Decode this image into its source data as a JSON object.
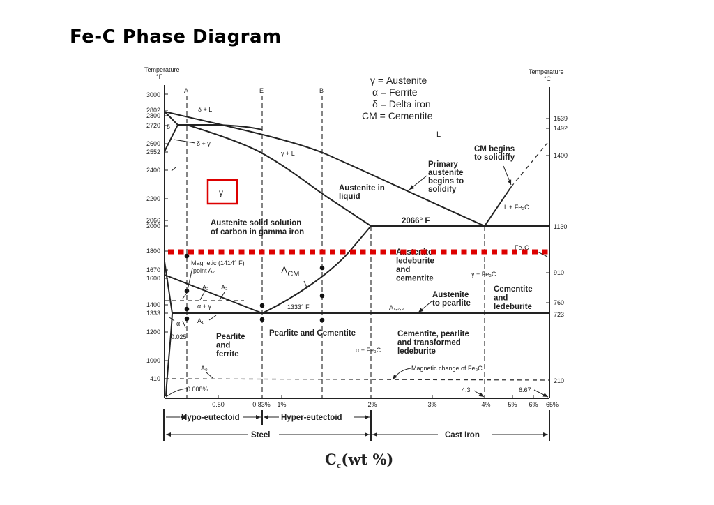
{
  "title": "Fe-C Phase Diagram",
  "xlabel_main": "C",
  "xlabel_sub": "c",
  "xlabel_rest": "(wt %)",
  "colors": {
    "highlight": "#dd0000",
    "line": "#222222"
  },
  "axes": {
    "left_title": [
      "Temperature",
      "°F"
    ],
    "right_title": [
      "Temperature",
      "°C"
    ],
    "left_ticks": [
      "3000",
      "2802",
      "2800",
      "2720",
      "2600",
      "2552",
      "2400",
      "2200",
      "2066",
      "2000",
      "1800",
      "1670",
      "1600",
      "1400",
      "1333",
      "1200",
      "1000",
      "410"
    ],
    "right_ticks": [
      "1539",
      "1492",
      "1400",
      "1130",
      "910",
      "760",
      "723",
      "210"
    ],
    "x_ticks": [
      "0.50",
      "0.83%",
      "1%",
      "2%",
      "3%",
      "4%",
      "5%",
      "6%",
      "65%"
    ]
  },
  "vertical_markers": [
    "A",
    "E",
    "B"
  ],
  "legend": [
    "γ = Austenite",
    "α = Ferrite",
    "δ = Delta  iron",
    "CM = Cementite"
  ],
  "regions": {
    "delta_L": "δ + L",
    "delta": "δ",
    "delta_gamma": "δ + γ",
    "gamma_L": "γ + L",
    "L": "L",
    "gamma_box": "γ",
    "austenite_in_liquid": [
      "Austenite in",
      "liquid"
    ],
    "primary_austenite": [
      "Primary",
      "austenite",
      "begins to",
      "solidify"
    ],
    "cm_begins": [
      "CM begins",
      "to solidiffy"
    ],
    "L_Fe3C": "L + Fe₃C",
    "eutectic_temp": "2066° F",
    "austenite_solid": [
      "Austenite solid solution",
      "of carbon in gamma iron"
    ],
    "austenite_ledeburite": [
      "Austenite",
      "ledeburite",
      "and",
      "cementite"
    ],
    "fe3c_top": "Fe₃C",
    "gamma_fe3c": "γ + Fe₃C",
    "magnetic_point": [
      "Magnetic (1414° F)",
      "point  A₂"
    ],
    "acm": "A",
    "acm_sub": "CM",
    "a2": "A₂",
    "a3": "A₃",
    "alpha_gamma": "α + γ",
    "a1": "A₁",
    "alpha": "α",
    "c0025": "0.025",
    "eutectoid_temp": "1333° F",
    "austenite_pearlite": [
      "Austenite",
      "to pearlite"
    ],
    "a123": "A₁,₂,₃",
    "cementite_ledeburite": [
      "Cementite",
      "and",
      "ledeburite"
    ],
    "pearlite_ferrite": [
      "Pearlite",
      "and",
      "ferrite"
    ],
    "pearlite_cementite": "Pearlite and Cementite",
    "alpha_fe3c": "α + Fe₃C",
    "cementite_pearlite": [
      "Cementite, pearlite",
      "and transformed",
      "ledeburite"
    ],
    "a0": "A₀",
    "magnetic_fe3c": "Magnetic  change  of  Fe₃C",
    "c0008": "0.008%",
    "c43": "4.3",
    "c667": "6.67"
  },
  "ranges": {
    "hypo": "Hypo-eutectoid",
    "hyper": "Hyper-eutectoid",
    "steel": "Steel",
    "cast_iron": "Cast Iron"
  }
}
